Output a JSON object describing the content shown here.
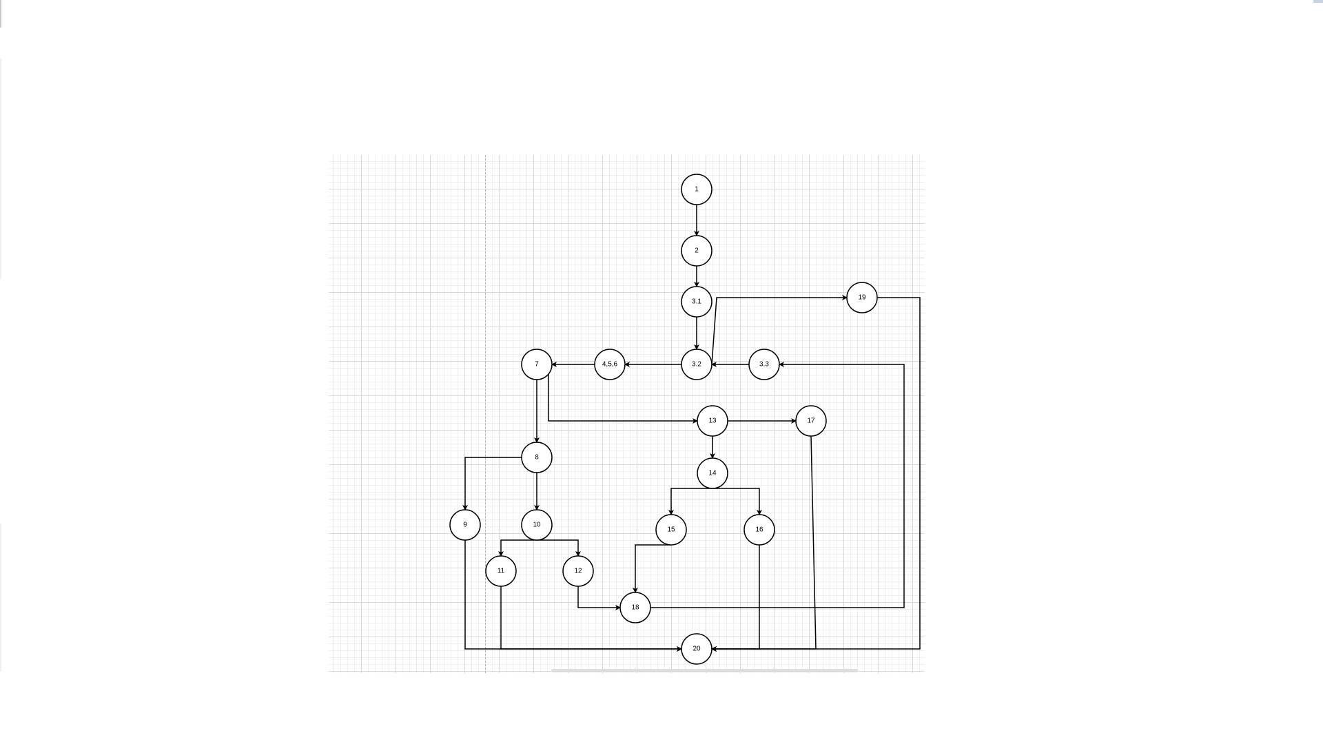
{
  "diagram": {
    "type": "control-flow-graph",
    "nodes": [
      {
        "id": "n1",
        "label": "1"
      },
      {
        "id": "n2",
        "label": "2"
      },
      {
        "id": "n31",
        "label": "3.1"
      },
      {
        "id": "n32",
        "label": "3.2"
      },
      {
        "id": "n33",
        "label": "3.3"
      },
      {
        "id": "n456",
        "label": "4,5,6"
      },
      {
        "id": "n7",
        "label": "7"
      },
      {
        "id": "n8",
        "label": "8"
      },
      {
        "id": "n9",
        "label": "9"
      },
      {
        "id": "n10",
        "label": "10"
      },
      {
        "id": "n11",
        "label": "11"
      },
      {
        "id": "n12",
        "label": "12"
      },
      {
        "id": "n13",
        "label": "13"
      },
      {
        "id": "n14",
        "label": "14"
      },
      {
        "id": "n15",
        "label": "15"
      },
      {
        "id": "n16",
        "label": "16"
      },
      {
        "id": "n17",
        "label": "17"
      },
      {
        "id": "n18",
        "label": "18"
      },
      {
        "id": "n19",
        "label": "19"
      },
      {
        "id": "n20",
        "label": "20"
      }
    ],
    "edges": [
      {
        "from": "n1",
        "to": "n2"
      },
      {
        "from": "n2",
        "to": "n31"
      },
      {
        "from": "n31",
        "to": "n32"
      },
      {
        "from": "n32",
        "to": "n456"
      },
      {
        "from": "n32",
        "to": "n19"
      },
      {
        "from": "n33",
        "to": "n32"
      },
      {
        "from": "n456",
        "to": "n7"
      },
      {
        "from": "n7",
        "to": "n8"
      },
      {
        "from": "n7",
        "to": "n13"
      },
      {
        "from": "n8",
        "to": "n9"
      },
      {
        "from": "n8",
        "to": "n10"
      },
      {
        "from": "n10",
        "to": "n11"
      },
      {
        "from": "n10",
        "to": "n12"
      },
      {
        "from": "n12",
        "to": "n18"
      },
      {
        "from": "n13",
        "to": "n14"
      },
      {
        "from": "n13",
        "to": "n17"
      },
      {
        "from": "n14",
        "to": "n15"
      },
      {
        "from": "n14",
        "to": "n16"
      },
      {
        "from": "n15",
        "to": "n18"
      },
      {
        "from": "n18",
        "to": "n33"
      },
      {
        "from": "n9",
        "to": "n20"
      },
      {
        "from": "n11",
        "to": "n20"
      },
      {
        "from": "n16",
        "to": "n20"
      },
      {
        "from": "n17",
        "to": "n20"
      },
      {
        "from": "n19",
        "to": "n20"
      }
    ]
  }
}
